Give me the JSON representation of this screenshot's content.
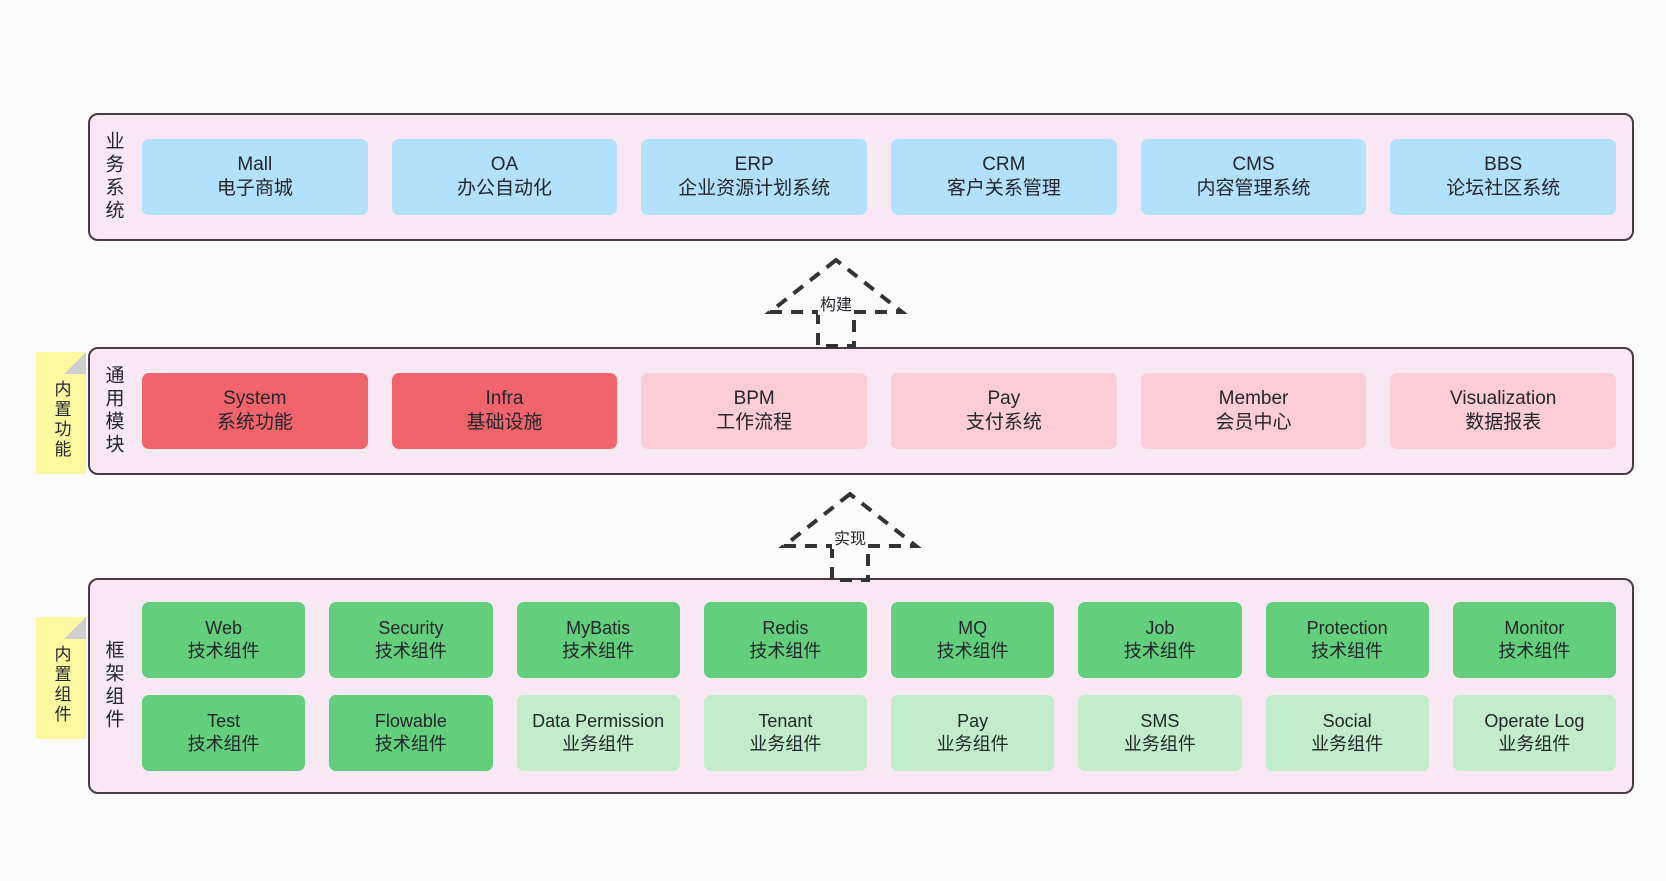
{
  "canvas": {
    "background": "#fafafa"
  },
  "colors": {
    "layer_bg": "#f7e8f3",
    "layer_border": "#4a3a45",
    "business_card": "#b3e0fb",
    "module_active": "#f1646c",
    "module_plain": "#fccdd6",
    "tech_component": "#63ce7c",
    "biz_component": "#c3ecca",
    "note": "#fcf8a0"
  },
  "notes": [
    {
      "name": "builtin-features",
      "text": "内置功能"
    },
    {
      "name": "builtin-components",
      "text": "内置组件"
    }
  ],
  "arrows": [
    {
      "name": "build",
      "label": "构建"
    },
    {
      "name": "implement",
      "label": "实现"
    }
  ],
  "layers": [
    {
      "id": "business",
      "title": "业务系统",
      "rows": [
        [
          {
            "en": "Mall",
            "cn": "电子商城",
            "style": "c-blue"
          },
          {
            "en": "OA",
            "cn": "办公自动化",
            "style": "c-blue"
          },
          {
            "en": "ERP",
            "cn": "企业资源计划系统",
            "style": "c-blue"
          },
          {
            "en": "CRM",
            "cn": "客户关系管理",
            "style": "c-blue"
          },
          {
            "en": "CMS",
            "cn": "内容管理系统",
            "style": "c-blue"
          },
          {
            "en": "BBS",
            "cn": "论坛社区系统",
            "style": "c-blue"
          }
        ]
      ]
    },
    {
      "id": "common",
      "title": "通用模块",
      "rows": [
        [
          {
            "en": "System",
            "cn": "系统功能",
            "style": "c-red"
          },
          {
            "en": "Infra",
            "cn": "基础设施",
            "style": "c-red"
          },
          {
            "en": "BPM",
            "cn": "工作流程",
            "style": "c-pink"
          },
          {
            "en": "Pay",
            "cn": "支付系统",
            "style": "c-pink"
          },
          {
            "en": "Member",
            "cn": "会员中心",
            "style": "c-pink"
          },
          {
            "en": "Visualization",
            "cn": "数据报表",
            "style": "c-pink"
          }
        ]
      ]
    },
    {
      "id": "framework",
      "title": "框架组件",
      "rows": [
        [
          {
            "en": "Web",
            "cn": "技术组件",
            "style": "c-green"
          },
          {
            "en": "Security",
            "cn": "技术组件",
            "style": "c-green"
          },
          {
            "en": "MyBatis",
            "cn": "技术组件",
            "style": "c-green"
          },
          {
            "en": "Redis",
            "cn": "技术组件",
            "style": "c-green"
          },
          {
            "en": "MQ",
            "cn": "技术组件",
            "style": "c-green"
          },
          {
            "en": "Job",
            "cn": "技术组件",
            "style": "c-green"
          },
          {
            "en": "Protection",
            "cn": "技术组件",
            "style": "c-green"
          },
          {
            "en": "Monitor",
            "cn": "技术组件",
            "style": "c-green"
          }
        ],
        [
          {
            "en": "Test",
            "cn": "技术组件",
            "style": "c-green"
          },
          {
            "en": "Flowable",
            "cn": "技术组件",
            "style": "c-green"
          },
          {
            "en": "Data Permission",
            "cn": "业务组件",
            "style": "c-greenlight"
          },
          {
            "en": "Tenant",
            "cn": "业务组件",
            "style": "c-greenlight"
          },
          {
            "en": "Pay",
            "cn": "业务组件",
            "style": "c-greenlight"
          },
          {
            "en": "SMS",
            "cn": "业务组件",
            "style": "c-greenlight"
          },
          {
            "en": "Social",
            "cn": "业务组件",
            "style": "c-greenlight"
          },
          {
            "en": "Operate Log",
            "cn": "业务组件",
            "style": "c-greenlight"
          }
        ]
      ]
    }
  ]
}
